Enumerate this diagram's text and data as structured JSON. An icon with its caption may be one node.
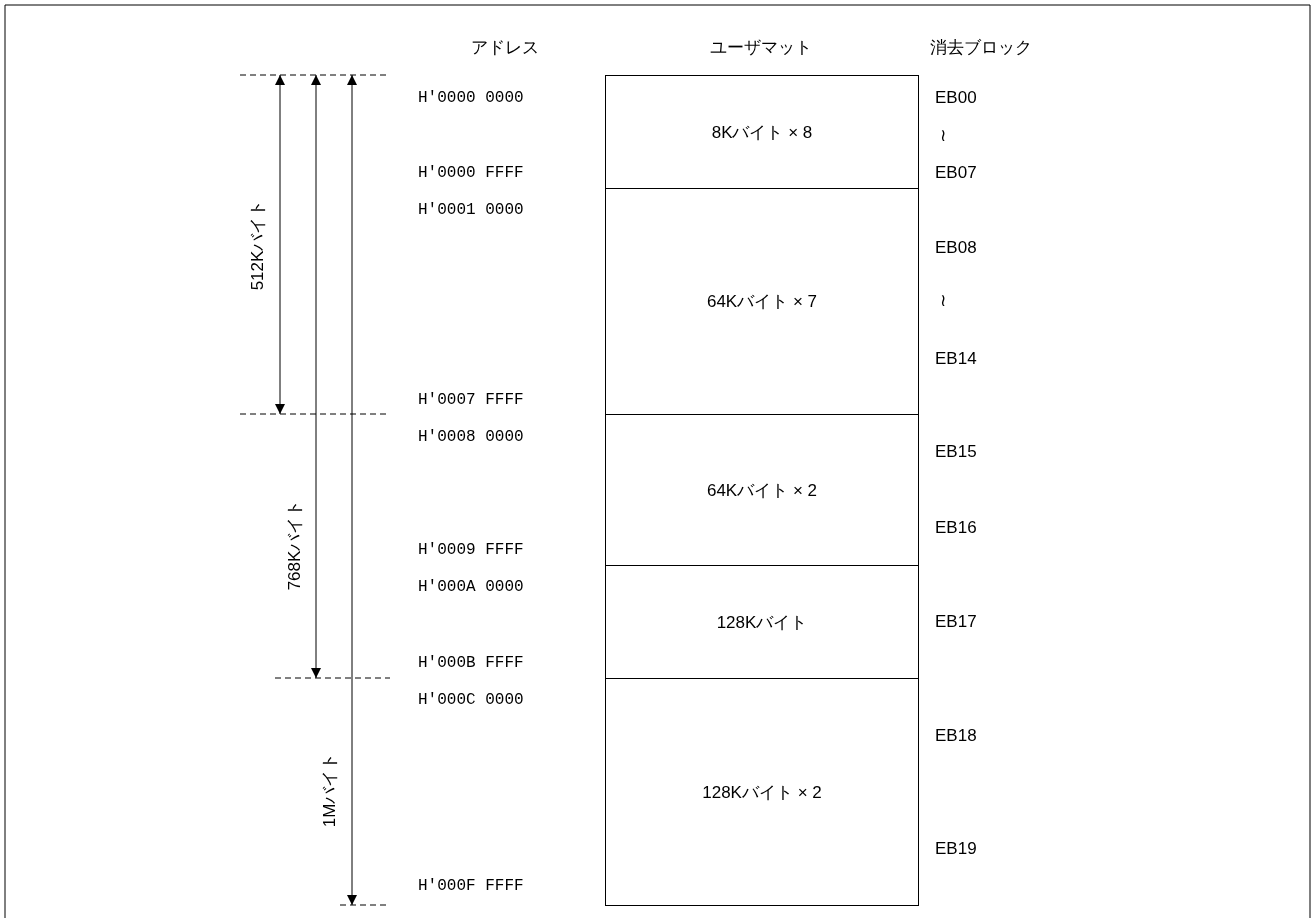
{
  "diagram": {
    "nodes": [
      {
        "text": [
          "8Kバイト × 8"
        ]
      },
      {
        "text": [
          "64Kバイト × 7"
        ]
      },
      {
        "text": [
          "64Kバイト × 2"
        ]
      },
      {
        "text": [
          "128Kバイト"
        ]
      },
      {
        "text": [
          "128Kバイト × 2"
        ]
      }
    ],
    "labels": [
      "アドレス",
      "ユーザマット",
      "消去ブロック",
      "H'0000 0000",
      "H'0000 FFFF",
      "H'0001 0000",
      "H'0007 FFFF",
      "H'0008 0000",
      "H'0009 FFFF",
      "H'000A 0000",
      "H'000B FFFF",
      "H'000C 0000",
      "H'000F FFFF",
      "EB00",
      "≀",
      "EB07",
      "EB08",
      "≀",
      "EB14",
      "EB15",
      "EB16",
      "EB17",
      "EB18",
      "EB19",
      "512Kバイト",
      "768Kバイト",
      "1Mバイト"
    ]
  }
}
